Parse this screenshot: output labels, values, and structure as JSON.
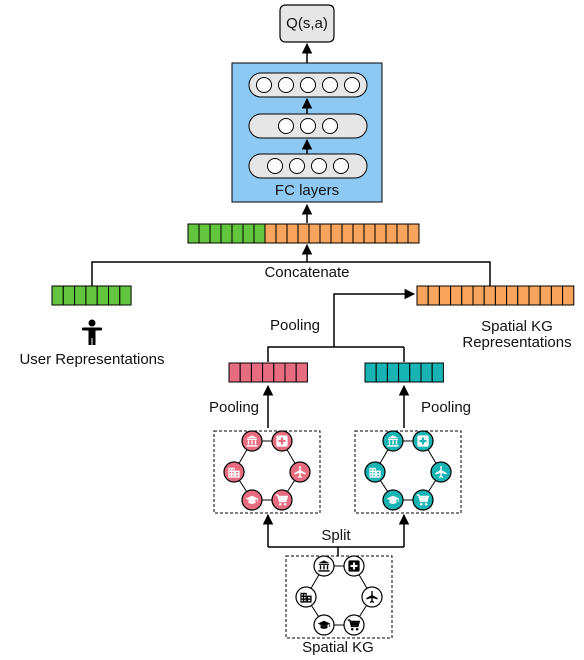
{
  "output_label": "Q(s,a)",
  "fc_label": "FC layers",
  "fc_layer_node_counts": [
    4,
    3,
    5
  ],
  "concatenate_label": "Concatenate",
  "user_label": "User Representations",
  "spatial_kg_rep_label_line1": "Spatial KG",
  "spatial_kg_rep_label_line2": "Representations",
  "pooling_top_label": "Pooling",
  "pooling_left_label": "Pooling",
  "pooling_right_label": "Pooling",
  "split_label": "Split",
  "spatial_kg_label": "Spatial KG",
  "colors": {
    "fc_panel": "#8ec9f3",
    "green": "#63c43d",
    "orange": "#f8a45c",
    "pink": "#e86c80",
    "teal": "#18b4b4",
    "node_fill": "#e6e6e6"
  },
  "kg_nodes": [
    "bank-icon",
    "hospital-icon",
    "airplane-icon",
    "shopping-cart-icon",
    "graduation-cap-icon",
    "building-icon"
  ]
}
